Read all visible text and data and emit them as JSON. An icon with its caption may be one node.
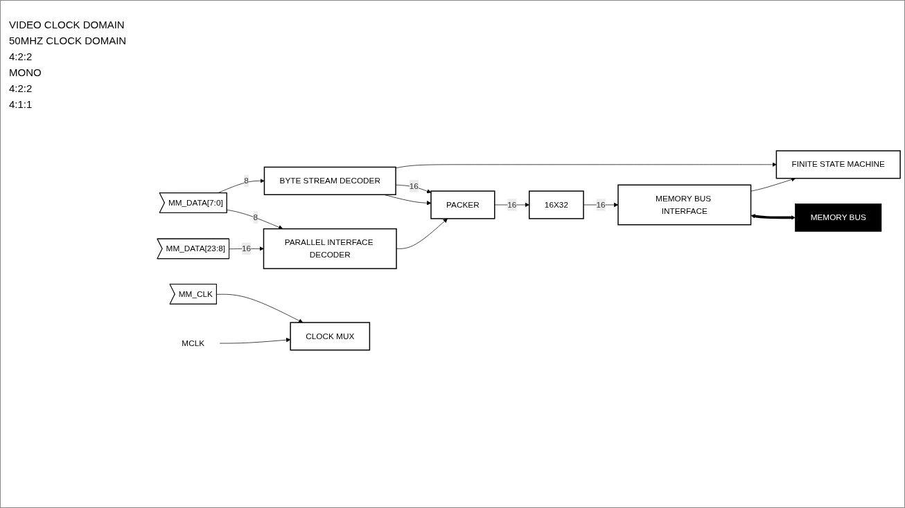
{
  "diagram": {
    "nodes": [
      {
        "text": [
          "MM_DATA[7:0]"
        ]
      },
      {
        "text": [
          "MM_DATA[23:8]"
        ]
      },
      {
        "text": [
          "MM_CLK"
        ]
      },
      {
        "text": [
          "BYTE STREAM DECODER"
        ]
      },
      {
        "text": [
          "PARALLEL INTERFACE DECODER"
        ]
      },
      {
        "text": [
          "PACKER"
        ]
      },
      {
        "text": [
          "16X32"
        ]
      },
      {
        "text": [
          "MEMORY BUS INTERFACE"
        ]
      },
      {
        "text": [
          "FINITE STATE MACHINE"
        ]
      },
      {
        "text": [
          "CLOCK MUX"
        ]
      },
      {
        "text": [
          "MCLK"
        ]
      },
      {
        "text": [
          "MEMORY BUS"
        ]
      }
    ],
    "edges": [
      {
        "from": 0,
        "to": 3,
        "arrow": "to",
        "label": "8"
      },
      {
        "from": 0,
        "to": 4,
        "arrow": "to",
        "label": "8"
      },
      {
        "from": 1,
        "to": 4,
        "arrow": "to",
        "label": "16"
      },
      {
        "from": 3,
        "to": 5,
        "arrow": "to",
        "label": "16"
      },
      {
        "from": 3,
        "to": 8,
        "arrow": "to"
      },
      {
        "from": 3,
        "to": 5,
        "arrow": "to"
      },
      {
        "from": 4,
        "to": 5,
        "arrow": "to"
      },
      {
        "from": 5,
        "to": 6,
        "arrow": "to",
        "label": "16"
      },
      {
        "from": 6,
        "to": 7,
        "arrow": "to",
        "label": "16"
      },
      {
        "from": 7,
        "to": 8,
        "arrow": "to"
      },
      {
        "from": 7,
        "to": 11,
        "arrow": "both",
        "style": "thick"
      },
      {
        "from": 2,
        "to": 9,
        "arrow": "to"
      },
      {
        "from": 10,
        "to": 9,
        "arrow": "to"
      }
    ],
    "labels": [
      "VIDEO CLOCK DOMAIN",
      "50MHZ CLOCK DOMAIN",
      "4:2:2",
      "MONO",
      "4:2:2",
      "4:1:1"
    ]
  }
}
